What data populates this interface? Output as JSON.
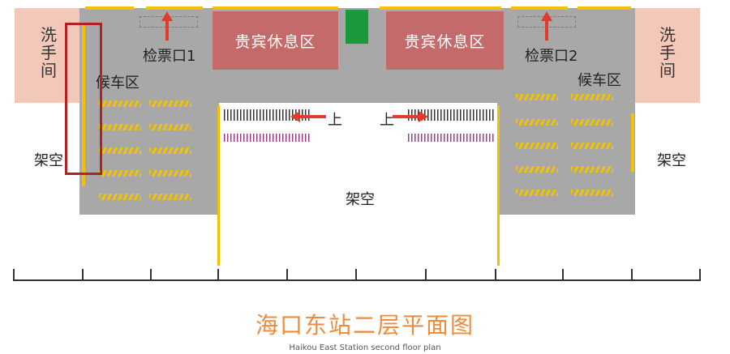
{
  "plan": {
    "restroom_left": "洗手间",
    "restroom_right": "洗手间",
    "gate1": "检票口1",
    "gate2": "检票口2",
    "lounge_left": "贵宾休息区",
    "lounge_right": "贵宾休息区",
    "waiting_left": "候车区",
    "waiting_right": "候车区",
    "open_left": "架空",
    "open_center": "架空",
    "open_right": "架空",
    "stair_up_left": "上",
    "stair_up_right": "上"
  },
  "caption": {
    "title": "海口东站二层平面图",
    "subtitle": "Haikou East Station second floor plan"
  },
  "colors": {
    "restroom": "#f4c8b8",
    "hall": "#a8a8a8",
    "lounge": "#c46a6a",
    "accent_yellow": "#f5c000",
    "arrow_red": "#e23b2e",
    "marker_green": "#1a9a3c",
    "highlight_box": "#b22222",
    "title": "#f08a3c"
  }
}
